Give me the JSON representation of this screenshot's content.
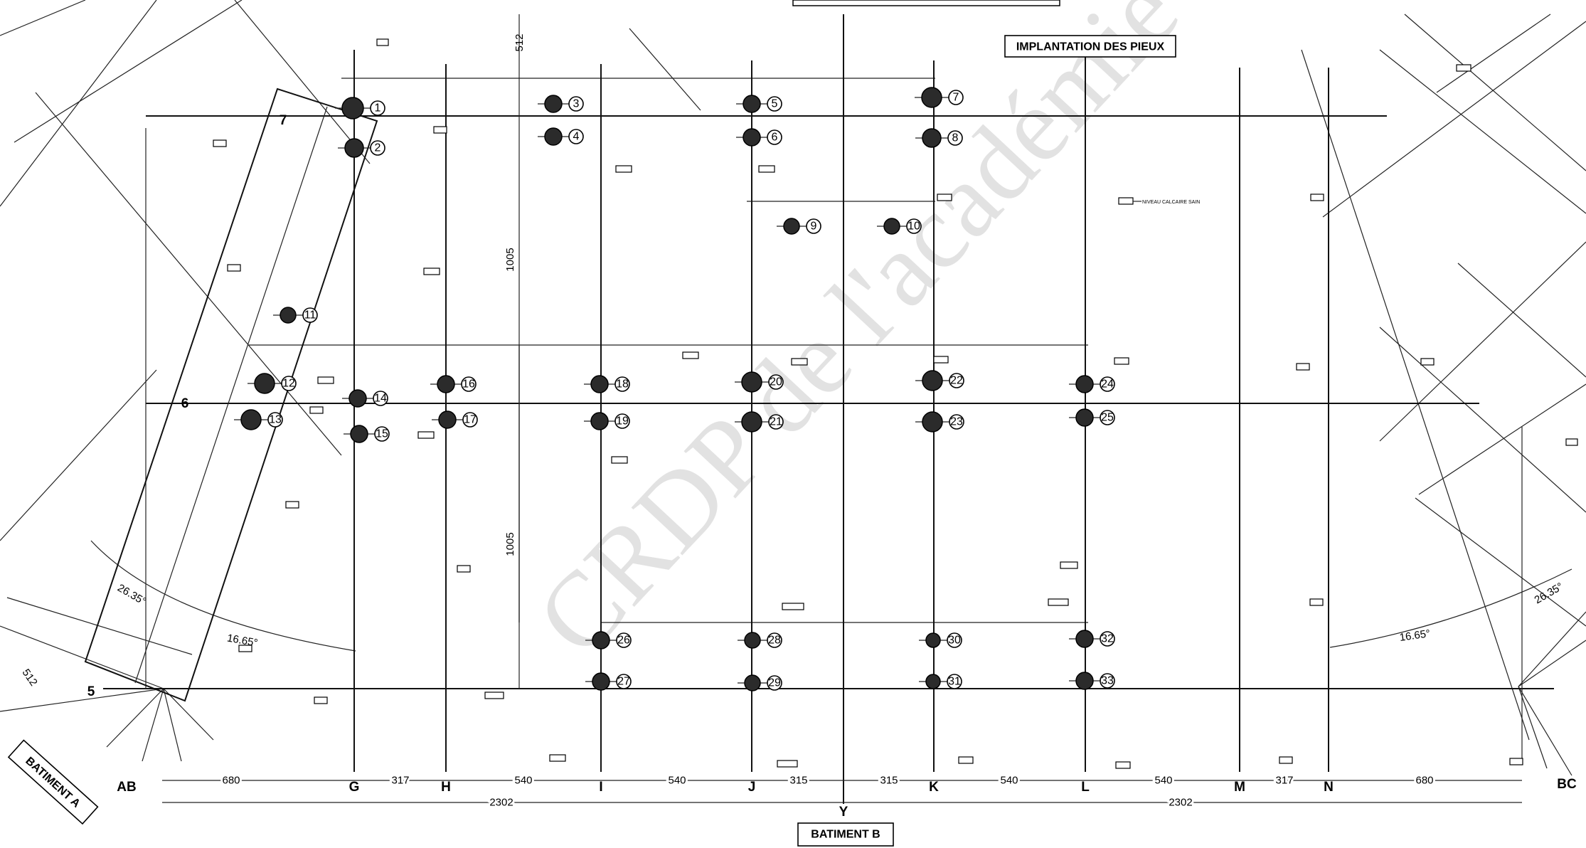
{
  "title": "IMPLANTATION DES PIEUX",
  "buildings": {
    "a": "BATIMENT A",
    "b": "BATIMENT B"
  },
  "watermark": "CRDP de l'académie de Montpellier",
  "axes": {
    "columns": [
      "AB",
      "G",
      "H",
      "I",
      "J",
      "Y",
      "K",
      "L",
      "M",
      "N",
      "BC"
    ],
    "rows": [
      "7",
      "6",
      "5"
    ]
  },
  "dimensions": {
    "bottom": [
      "680",
      "317",
      "540",
      "540",
      "315",
      "315",
      "540",
      "540",
      "317",
      "680"
    ],
    "total": [
      "2302",
      "2302"
    ],
    "vertical": [
      "1005",
      "1005"
    ],
    "top_mark": "512",
    "left_mark": "512"
  },
  "angles": [
    "26.35°",
    "16.65°",
    "16.65°",
    "26.35°"
  ],
  "note": "NIVEAU CALCAIRE SAIN",
  "piles": [
    "1",
    "2",
    "3",
    "4",
    "5",
    "6",
    "7",
    "8",
    "9",
    "10",
    "11",
    "12",
    "13",
    "14",
    "15",
    "16",
    "17",
    "18",
    "19",
    "20",
    "21",
    "22",
    "23",
    "24",
    "25",
    "26",
    "27",
    "28",
    "29",
    "30",
    "31",
    "32",
    "33"
  ],
  "colors": {
    "ink": "#111111",
    "pile": "#2b2b2b",
    "paper": "#ffffff"
  }
}
